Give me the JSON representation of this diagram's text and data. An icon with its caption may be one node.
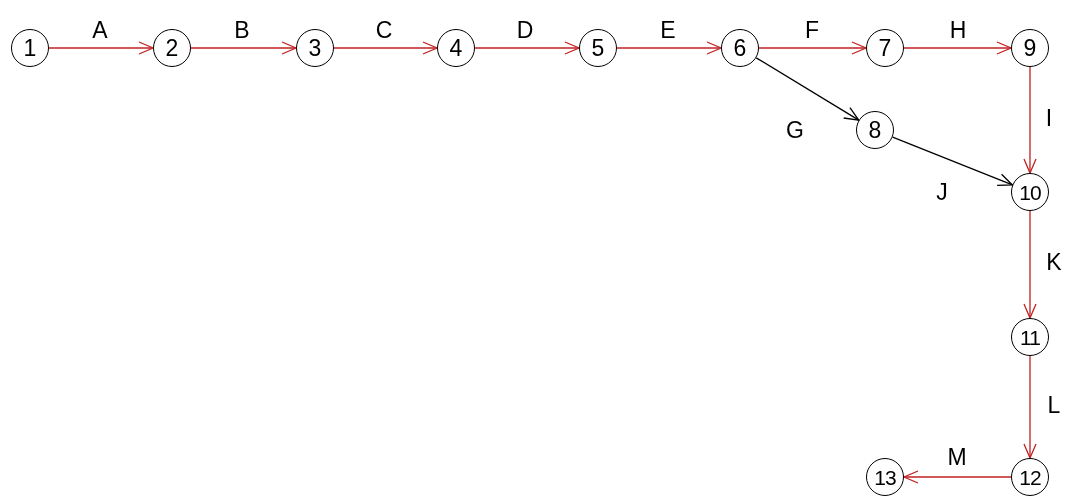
{
  "diagram": {
    "nodes": [
      {
        "text": [
          "1"
        ]
      },
      {
        "text": [
          "2"
        ]
      },
      {
        "text": [
          "3"
        ]
      },
      {
        "text": [
          "4"
        ]
      },
      {
        "text": [
          "5"
        ]
      },
      {
        "text": [
          "6"
        ]
      },
      {
        "text": [
          "7"
        ]
      },
      {
        "text": [
          "8"
        ]
      },
      {
        "text": [
          "9"
        ]
      },
      {
        "text": [
          "10"
        ]
      },
      {
        "text": [
          "11"
        ]
      },
      {
        "text": [
          "12"
        ]
      },
      {
        "text": [
          "13"
        ]
      }
    ],
    "edges": [
      {
        "from": 0,
        "to": 1,
        "arrow": "to",
        "label": "A",
        "color": "#c02020"
      },
      {
        "from": 1,
        "to": 2,
        "arrow": "to",
        "label": "B",
        "color": "#c02020"
      },
      {
        "from": 2,
        "to": 3,
        "arrow": "to",
        "label": "C",
        "color": "#c02020"
      },
      {
        "from": 3,
        "to": 4,
        "arrow": "to",
        "label": "D",
        "color": "#c02020"
      },
      {
        "from": 4,
        "to": 5,
        "arrow": "to",
        "label": "E",
        "color": "#c02020"
      },
      {
        "from": 5,
        "to": 6,
        "arrow": "to",
        "label": "F",
        "color": "#c02020"
      },
      {
        "from": 5,
        "to": 7,
        "arrow": "to",
        "label": "G",
        "color": "#000000"
      },
      {
        "from": 6,
        "to": 8,
        "arrow": "to",
        "label": "H",
        "color": "#c02020"
      },
      {
        "from": 8,
        "to": 9,
        "arrow": "to",
        "label": "I",
        "color": "#c02020"
      },
      {
        "from": 7,
        "to": 9,
        "arrow": "to",
        "label": "J",
        "color": "#000000"
      },
      {
        "from": 9,
        "to": 10,
        "arrow": "to",
        "label": "K",
        "color": "#c02020"
      },
      {
        "from": 10,
        "to": 11,
        "arrow": "to",
        "label": "L",
        "color": "#c02020"
      },
      {
        "from": 11,
        "to": 12,
        "arrow": "to",
        "label": "M",
        "color": "#c02020"
      }
    ]
  }
}
